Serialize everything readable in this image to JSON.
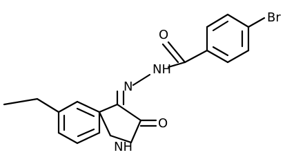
{
  "molecule": {
    "atom_labels": {
      "br": "Br",
      "o_top": "O",
      "nh_hydrazide": "NH",
      "n_imine": "N",
      "o_lactam": "O",
      "nh_ring": "NH"
    }
  }
}
